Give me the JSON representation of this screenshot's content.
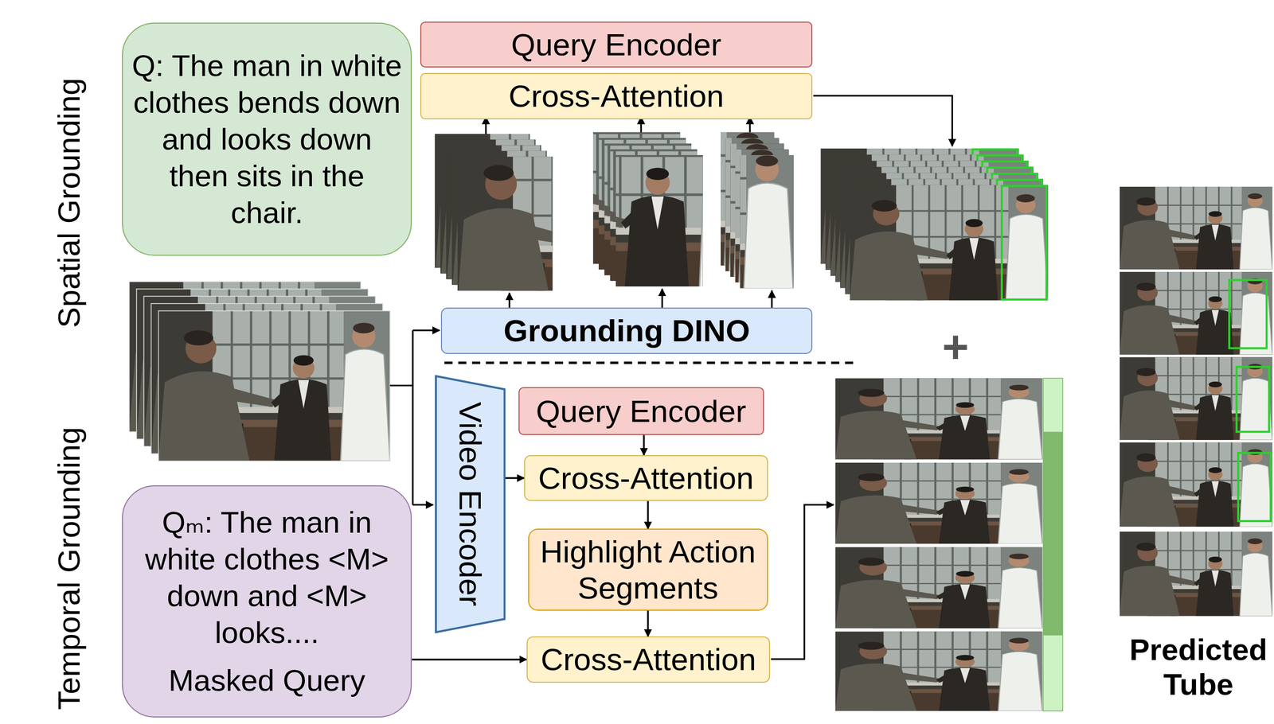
{
  "diagram": {
    "nodes": [
      {
        "text": [
          "Q: The man in white clothes bends down and looks down then sits in the chair."
        ]
      },
      {
        "text": [
          "Query Encoder"
        ]
      },
      {
        "text": [
          "Cross-Attention"
        ]
      },
      {
        "text": [
          "Grounding DINO"
        ]
      },
      {
        "text": [
          "Video Encoder"
        ]
      },
      {
        "text": [
          "Query Encoder"
        ]
      },
      {
        "text": [
          "Cross-Attention"
        ]
      },
      {
        "text": [
          "Highlight Action Segments"
        ]
      },
      {
        "text": [
          "Cross-Attention"
        ]
      },
      {
        "text": [
          "Qₘ: The man in white clothes <M> down and <M> looks....",
          "Masked Query"
        ]
      }
    ],
    "edges": [
      {
        "from": 5,
        "to": 6,
        "arrow": "to"
      },
      {
        "from": 4,
        "to": 6,
        "arrow": "to"
      },
      {
        "from": 6,
        "to": 7,
        "arrow": "to"
      },
      {
        "from": 7,
        "to": 8,
        "arrow": "to"
      },
      {
        "from": 9,
        "to": 8,
        "arrow": "to"
      }
    ],
    "labels": [
      "Spatial Grounding",
      "Temporal Grounding",
      "+",
      "Predicted Tube"
    ]
  }
}
